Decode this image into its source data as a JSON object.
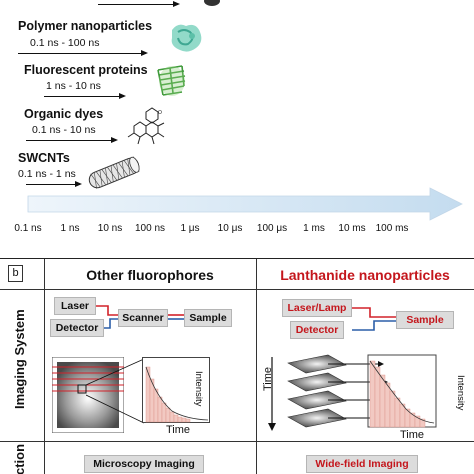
{
  "panel_a": {
    "probes": [
      {
        "name": "Polymer nanoparticles",
        "range": "0.1 ns - 100 ns"
      },
      {
        "name": "Fluorescent proteins",
        "range": "1 ns - 10 ns"
      },
      {
        "name": "Organic dyes",
        "range": "0.1 ns - 10 ns"
      },
      {
        "name": "SWCNTs",
        "range": "0.1 ns - 1 ns"
      }
    ],
    "axis_ticks": [
      "0.1 ns",
      "1 ns",
      "10 ns",
      "100 ns",
      "1 μs",
      "10 μs",
      "100 μs",
      "1 ms",
      "10 ms",
      "100 ms"
    ]
  },
  "panel_b": {
    "letter": "b",
    "columns": [
      "Other fluorophores",
      "Lanthanide nanoparticles"
    ],
    "row_labels": [
      "Imaging System",
      "ction"
    ],
    "other": {
      "laser": "Laser",
      "detector": "Detector",
      "scanner": "Scanner",
      "sample": "Sample",
      "intensity": "Intensity",
      "time": "Time",
      "method": "Microscopy Imaging"
    },
    "lanthanide": {
      "source": "Laser/Lamp",
      "detector": "Detector",
      "sample": "Sample",
      "time_axis": "Time",
      "intensity": "Intensity",
      "time": "Time",
      "method": "Wide-field Imaging"
    }
  },
  "colors": {
    "text": "#111111",
    "lanthanide_red": "#c4161c",
    "arrow_blue": "#cfe3f3",
    "laser_red": "#d2222a",
    "detector_blue": "#2b5ea8",
    "decay_pink": "#f2c9c2",
    "box_gray": "#dcdcdc"
  }
}
